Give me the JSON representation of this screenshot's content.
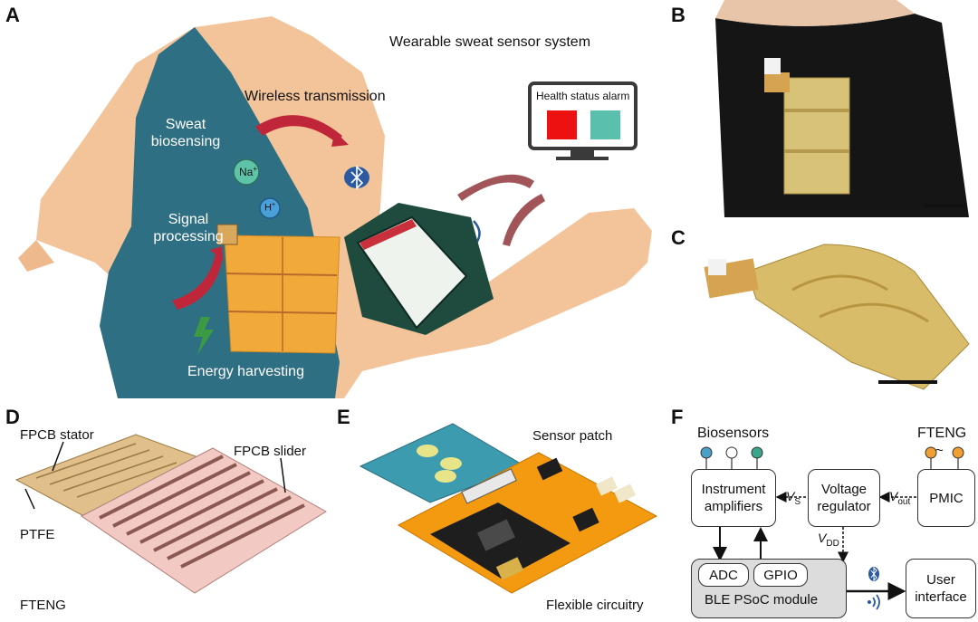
{
  "panels": {
    "a": {
      "letter": "A",
      "title": "Wearable sweat sensor system",
      "sweat_biosensing_1": "Sweat",
      "sweat_biosensing_2": "biosensing",
      "wireless": "Wireless transmission",
      "signal_1": "Signal",
      "signal_2": "processing",
      "energy": "Energy harvesting",
      "health_alarm": "Health status alarm",
      "ion_na": "Na",
      "ion_na_sup": "+",
      "ion_h": "H",
      "ion_h_sup": "+",
      "colors": {
        "skin": "#f2c196",
        "shirt": "#2e6f82",
        "alarm_red": "#ee1111",
        "alarm_teal": "#5bbfae",
        "arrow": "#c0263a",
        "patch": "#f1a93a"
      }
    },
    "b": {
      "letter": "B"
    },
    "c": {
      "letter": "C"
    },
    "d": {
      "letter": "D",
      "stator": "FPCB stator",
      "slider": "FPCB slider",
      "ptfe": "PTFE",
      "fteng": "FTENG"
    },
    "e": {
      "letter": "E",
      "sensor_patch": "Sensor patch",
      "flexible": "Flexible circuitry"
    },
    "f": {
      "letter": "F",
      "biosensors": "Biosensors",
      "fteng": "FTENG",
      "amp_1": "Instrument",
      "amp_2": "amplifiers",
      "volt_1": "Voltage",
      "volt_2": "regulator",
      "pmic": "PMIC",
      "vs": "V",
      "vs_sub": "S",
      "vout": "V",
      "vout_sub": "out",
      "vdd": "V",
      "vdd_sub": "DD",
      "adc": "ADC",
      "gpio": "GPIO",
      "ble": "BLE PSoC module",
      "user_1": "User",
      "user_2": "interface",
      "tilde": "~",
      "sensor_colors": [
        "#4aa0c8",
        "#ffffff",
        "#3aa58a"
      ],
      "fteng_color": "#f0a030"
    }
  }
}
